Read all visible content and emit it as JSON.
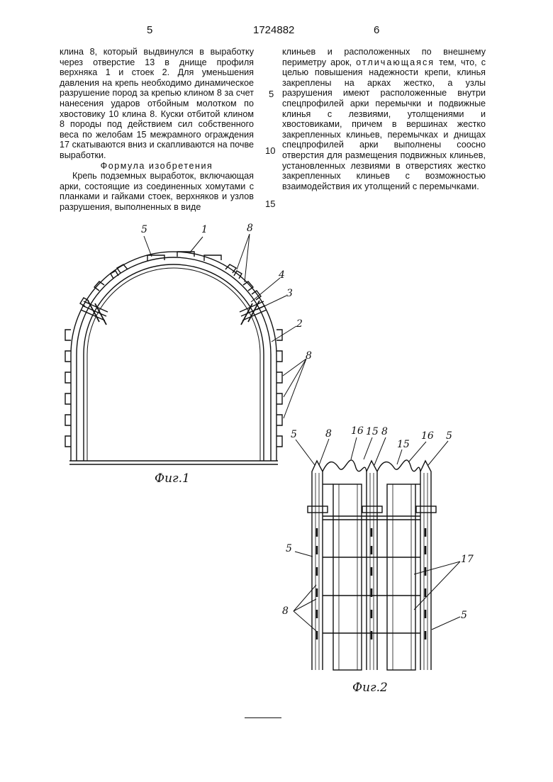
{
  "header": {
    "left_page": "5",
    "patent_number": "1724882",
    "right_page": "6"
  },
  "left_column": {
    "p1": "клина 8, который выдвинулся в выработку через отверстие 13 в днище профиля верхняка 1 и стоек 2. Для уменьшения давления на крепь необходимо динамическое разрушение пород за крепью клином 8 за счет нанесения ударов отбойным молотком по хвостовику 10 клина 8. Куски отбитой клином 8 породы под действием сил собственного веса по желобам 15 межрамного ограждения 17 скатываются вниз и скапливаются на почве выработки.",
    "formula_title": "Формула изобретения",
    "p2": "Крепь подземных выработок, включающая арки, состоящие из соединенных хомутами с планками и гайками стоек, верхняков и узлов разрушения, выполненных в виде"
  },
  "right_column": {
    "p1a": "клиньев и расположенных по внешнему периметру арок,",
    "p1_spaced": "отличающаяся",
    "p1b": "тем, что, с целью повышения надежности крепи, клинья закреплены на арках жестко, а узлы разрушения имеют расположенные внутри спецпрофилей арки перемычки и подвижные клинья с лезвиями, утолщениями и хвостовиками, причем в вершинах жестко закрепленных клиньев, перемычках и днищах спецпрофилей арки выполнены соосно отверстия для размещения подвижных клиньев, установленных лезвиями в отверстиях жестко закрепленных клиньев с возможностью взаимодействия их утолщений с перемычками."
  },
  "line_numbers": [
    "5",
    "10",
    "15"
  ],
  "fig1": {
    "caption": "Фиг.1",
    "labels": {
      "l5": "5",
      "l1": "1",
      "l8a": "8",
      "l4": "4",
      "l3": "3",
      "l2": "2",
      "l8b": "8"
    }
  },
  "fig2": {
    "caption": "Фиг.2",
    "labels": {
      "t5a": "5",
      "t8a": "8",
      "t16a": "16",
      "t15a": "15",
      "t8b": "8",
      "t15b": "15",
      "t16b": "16",
      "t5b": "5",
      "s5": "5",
      "s8": "8",
      "s17": "17",
      "s5b": "5"
    }
  }
}
